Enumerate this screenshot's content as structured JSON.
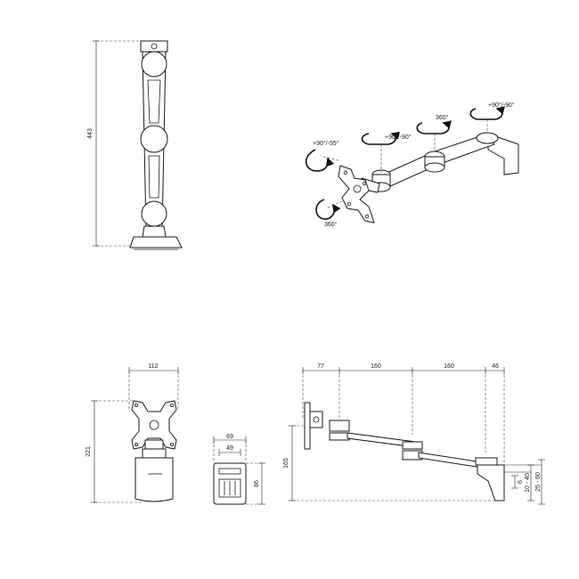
{
  "dimensions": {
    "side_height": "443",
    "front_width": "112",
    "front_height": "221",
    "clamp_outer_width": "69",
    "clamp_inner_width": "49",
    "clamp_height": "86",
    "arm_seg1": "77",
    "arm_seg2": "160",
    "arm_seg3": "160",
    "arm_seg4": "46",
    "arm_height": "165",
    "desk_thickness_small": "6",
    "desk_range_a": "10 - 40",
    "desk_range_b": "25 - 60"
  },
  "rotations": {
    "tilt": "+90°/-55°",
    "pan_head": "+90°/-90°",
    "rotate_mid": "360°",
    "pan_base": "+90°/-90°",
    "rotate_plate": "360°"
  }
}
